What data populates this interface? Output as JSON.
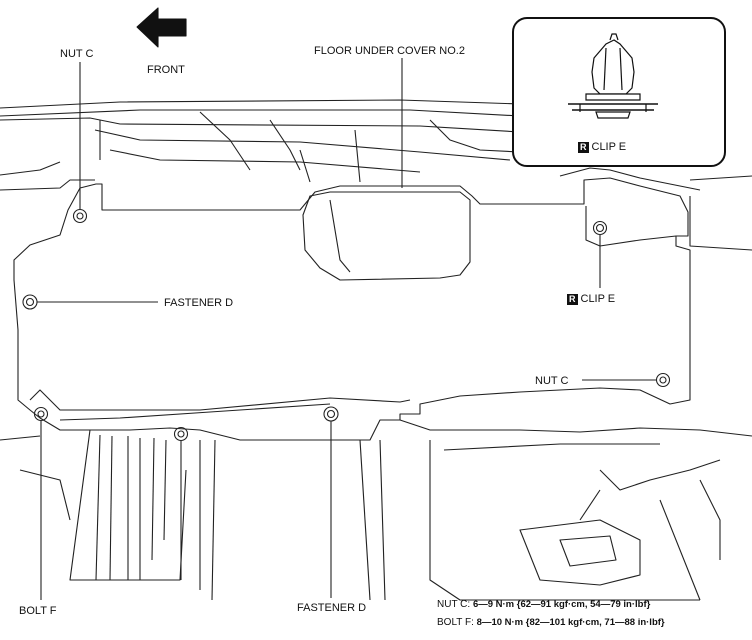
{
  "labels": {
    "front": "FRONT",
    "nut_c_top": "NUT C",
    "floor_under_cover": "FLOOR UNDER COVER NO.2",
    "fastener_d_left": "FASTENER D",
    "clip_e_inset": "CLIP E",
    "clip_e_main": "CLIP E",
    "nut_c_right": "NUT C",
    "bolt_f": "BOLT F",
    "fastener_d_bottom": "FASTENER D",
    "r_mark": "R"
  },
  "torque_specs": {
    "nut_c_name": "NUT C:",
    "nut_c_value": "6—9 N·m {62—91 kgf·cm, 54—79 in·lbf}",
    "bolt_f_name": "BOLT F:",
    "bolt_f_value": "8—10 N·m {82—101 kgf·cm, 71—88 in·lbf}"
  }
}
